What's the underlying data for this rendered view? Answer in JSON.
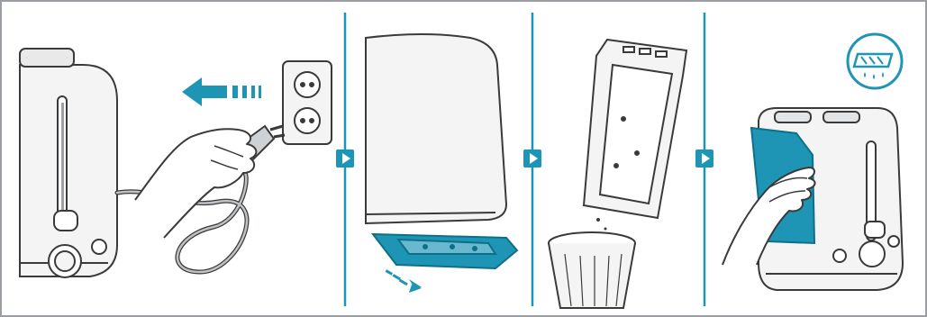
{
  "figure": {
    "colors": {
      "accent": "#1f95b5",
      "accent_dark": "#0e6f89",
      "line": "#3a3a3a",
      "body_fill": "#f4f4f4",
      "shade": "#d9dbdd",
      "border": "#9a9ea2"
    },
    "steps": [
      {
        "name": "unplug-from-socket",
        "icon": "plug-icon"
      },
      {
        "name": "remove-crumb-tray",
        "icon": "crumb-tray-icon"
      },
      {
        "name": "empty-crumb-tray",
        "icon": "bin-icon"
      },
      {
        "name": "wipe-with-damp-cloth",
        "icon": "damp-cloth-icon"
      }
    ],
    "arrows": [
      "play-arrow-icon",
      "play-arrow-icon",
      "play-arrow-icon"
    ]
  }
}
